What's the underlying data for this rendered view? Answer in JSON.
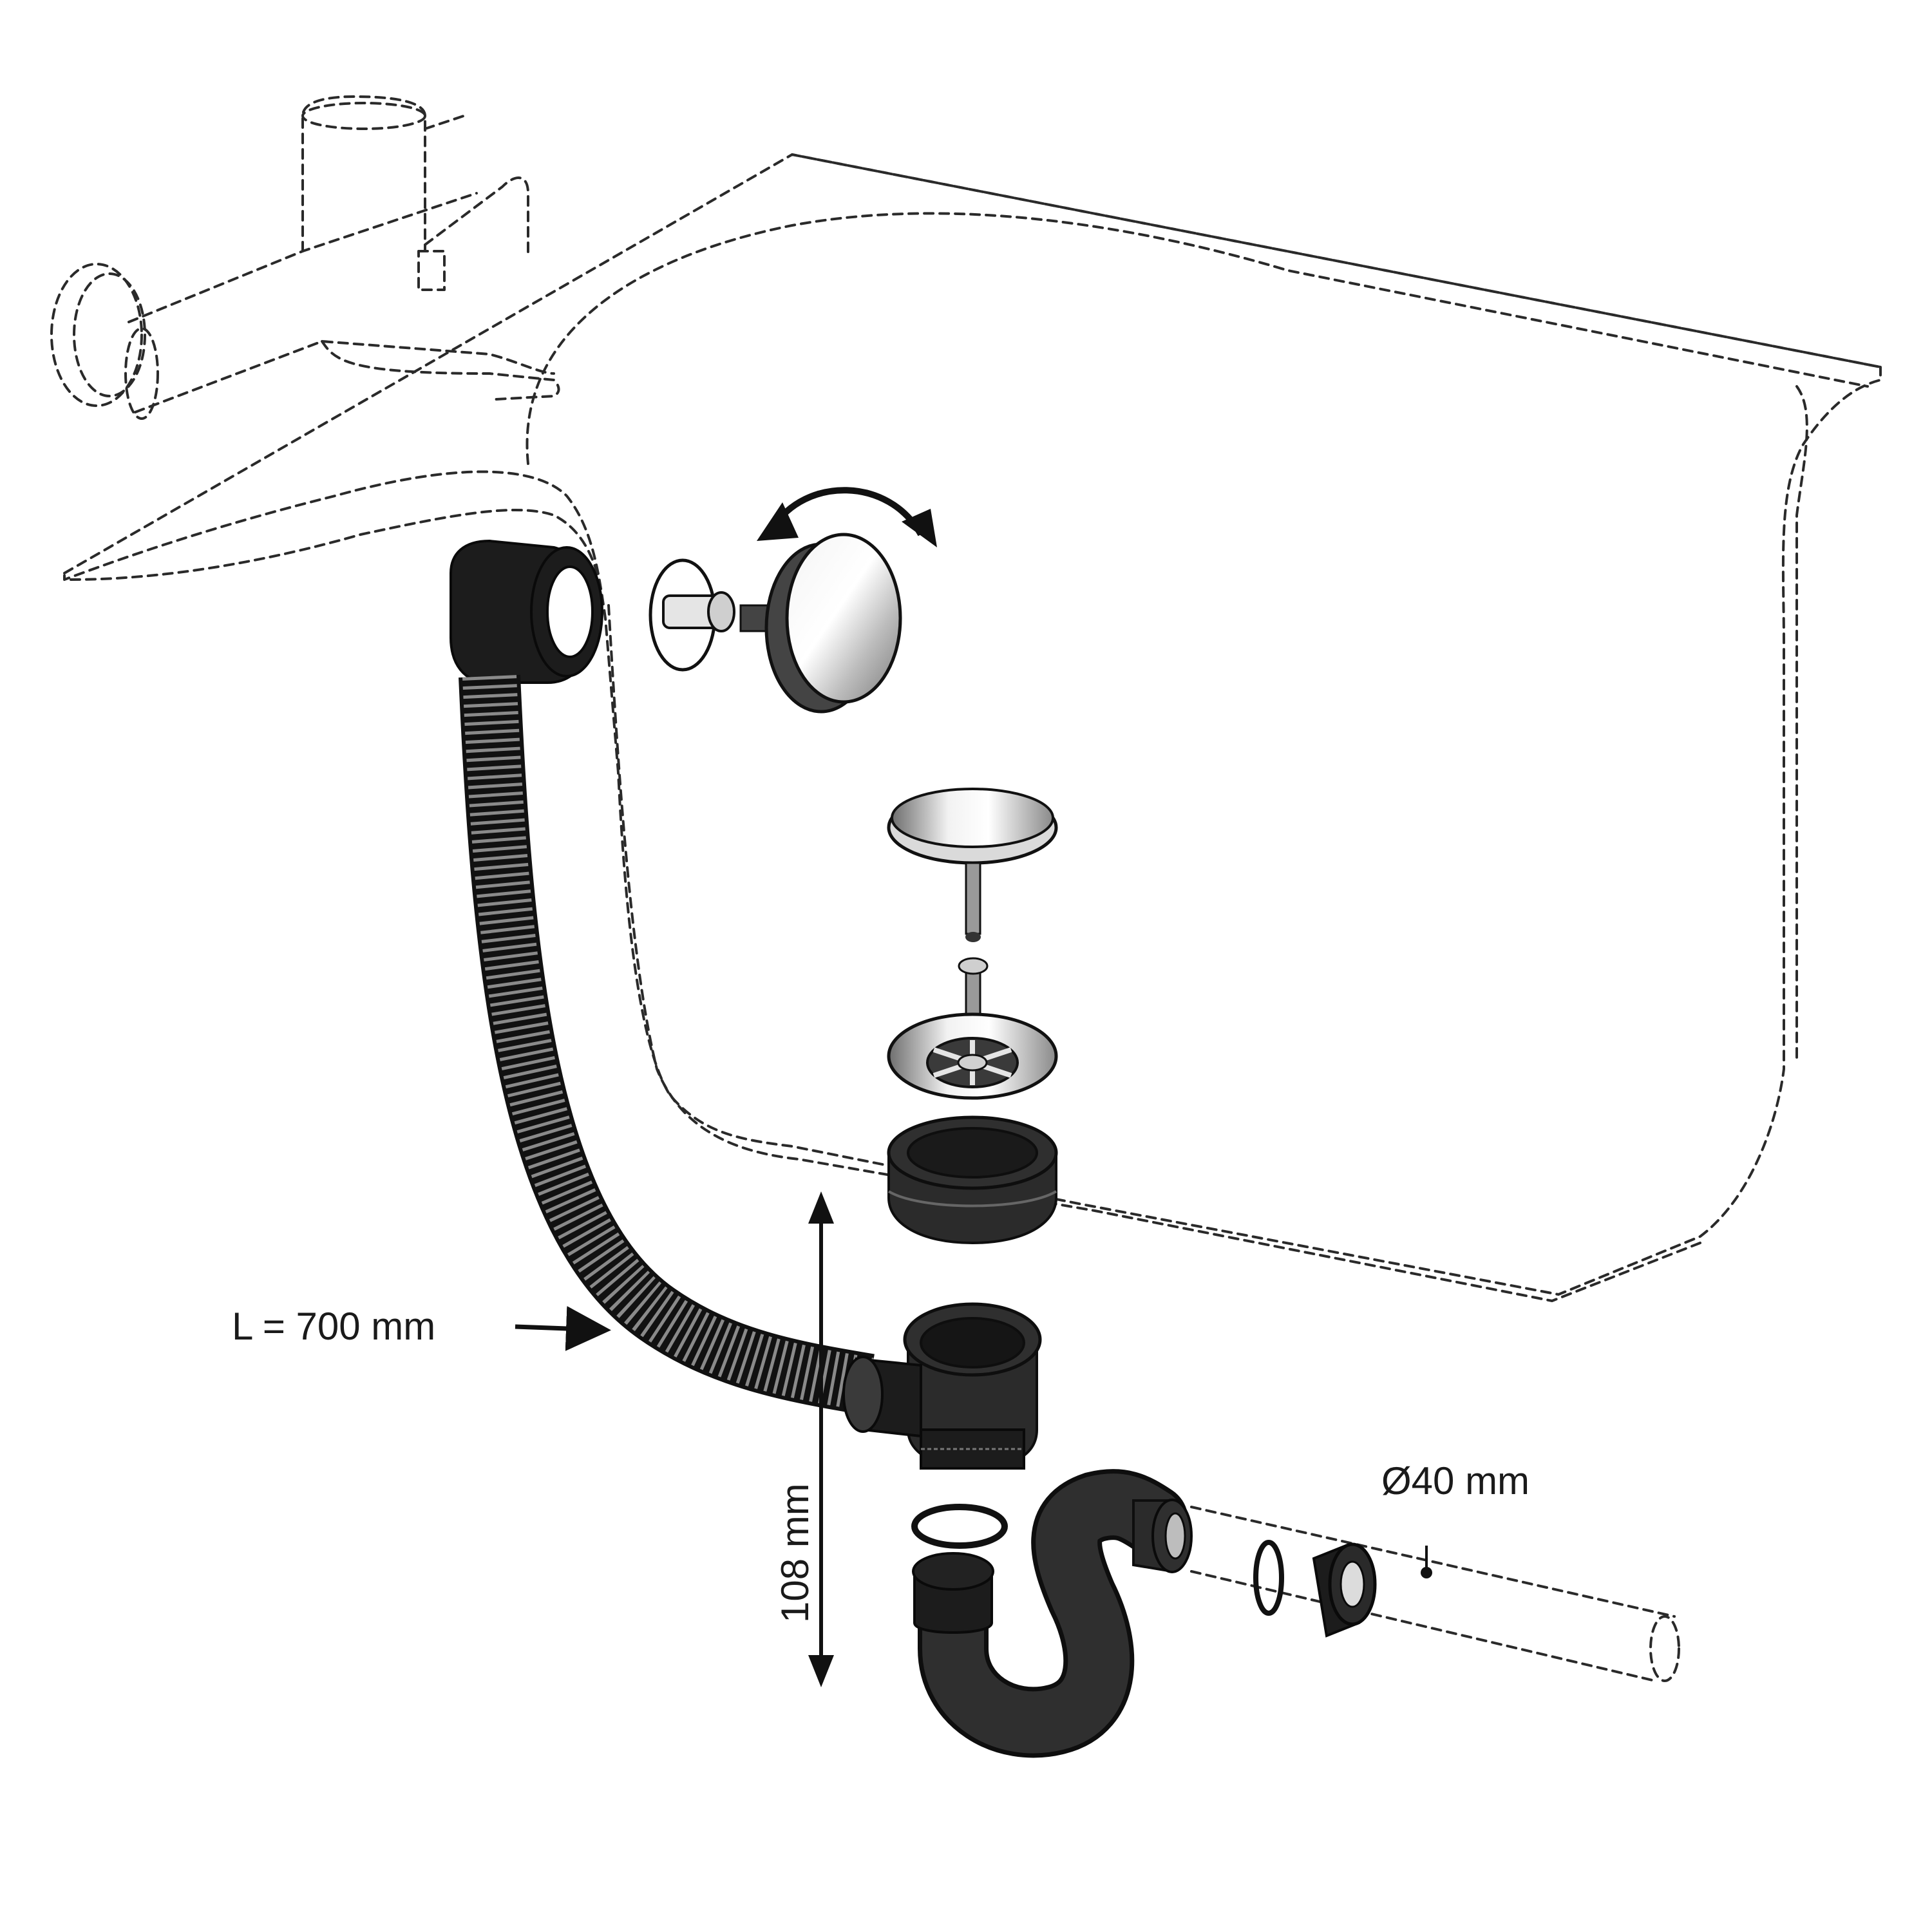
{
  "labels": {
    "hose_length": "L = 700 mm",
    "height": "108 mm",
    "diameter": "Ø40 mm"
  },
  "colors": {
    "plastic": "#2b2b2b",
    "chrome": "#c9c9c9",
    "outline": "#111111"
  },
  "icons": {
    "rotation": "double-headed-curved-arrow"
  }
}
